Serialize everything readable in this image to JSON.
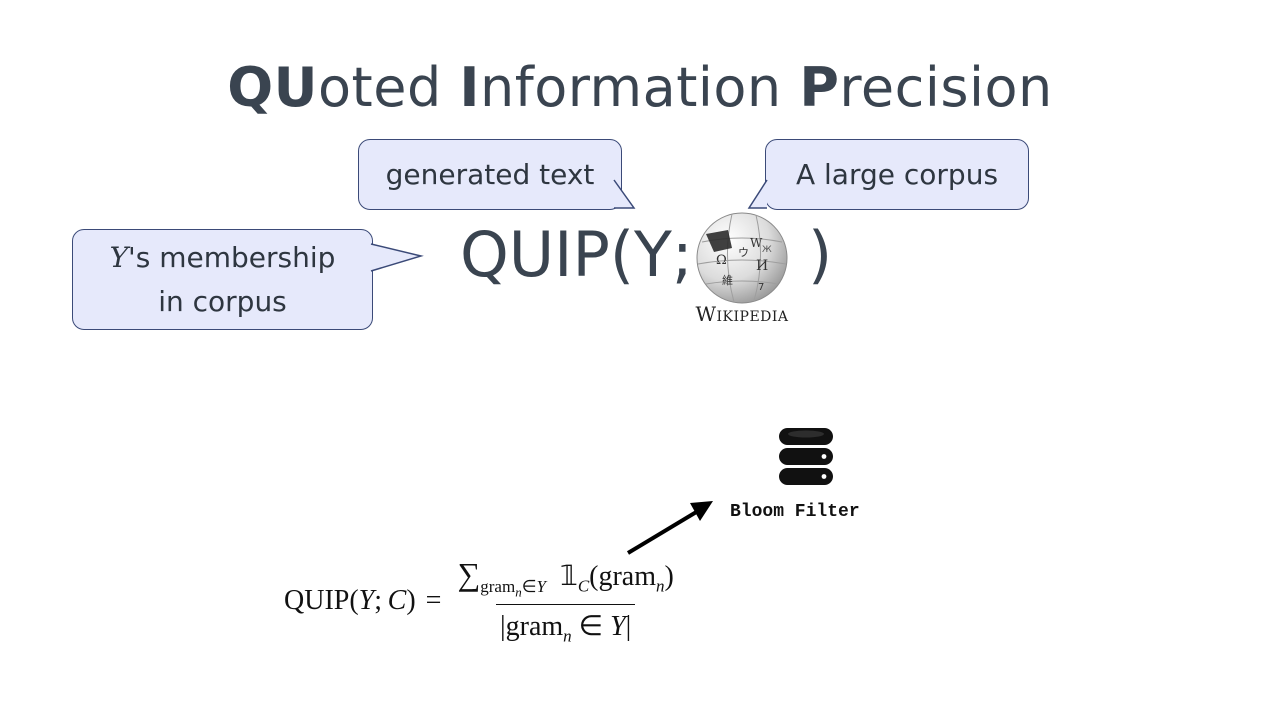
{
  "title": {
    "q": "QU",
    "oted": "oted ",
    "i": "I",
    "nformation": "nformation ",
    "p": "P",
    "recision": "recision"
  },
  "bubbles": {
    "generated": "generated text",
    "corpus": "A large corpus",
    "membership_y": "Y",
    "membership_rest": "'s membership",
    "membership_line2": "in corpus"
  },
  "quip": {
    "open": "QUIP(Y;",
    "close": ")"
  },
  "wikipedia": {
    "word": "Wikipedia",
    "globe_glyphs": [
      "W",
      "Ω",
      "И",
      "維",
      "ウ",
      "Ж",
      "7"
    ]
  },
  "database": {
    "label": "Bloom Filter"
  },
  "formula": {
    "lhs_name": "QUIP",
    "lhs_y": "Y",
    "lhs_c": "C",
    "sum": "∑",
    "gram": "gram",
    "n": "n",
    "in": "∈",
    "y": "Y",
    "indicator": "𝟙",
    "c": "C",
    "bar": "|"
  },
  "colors": {
    "bubble_fill": "#e6e9fb",
    "bubble_border": "#3b4a78",
    "title_text": "#3a4450"
  }
}
